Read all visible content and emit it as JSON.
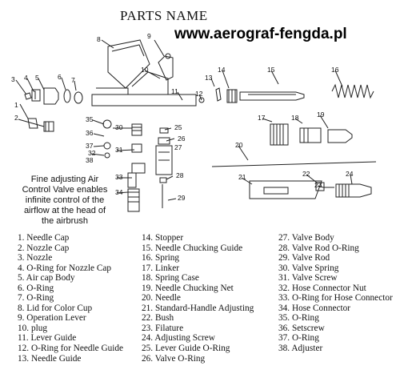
{
  "header": {
    "title": "PARTS NAME",
    "website": "www.aerograf-fengda.pl"
  },
  "note": [
    "Fine adjusting Air",
    "Control Valve enables",
    "infinite control of the",
    "airflow at the head of",
    "the airbrush"
  ],
  "callouts": [
    "1",
    "2",
    "3",
    "4",
    "5",
    "6",
    "7",
    "8",
    "9",
    "10",
    "11",
    "12",
    "13",
    "14",
    "15",
    "16",
    "17",
    "18",
    "19",
    "20",
    "21",
    "22",
    "23",
    "24",
    "25",
    "26",
    "27",
    "28",
    "29",
    "30",
    "31",
    "32",
    "33",
    "34",
    "35",
    "36",
    "37",
    "38"
  ],
  "parts_columns": [
    [
      "1. Needle Cap",
      "2. Nozzle Cap",
      "3. Nozzle",
      "4. O-Ring for Nozzle Cap",
      "5. Air cap Body",
      "6. O-Ring",
      "7. O-Ring",
      "8. Lid for Color Cup",
      "9. Operation Lever",
      "10. plug",
      "11. Lever Guide",
      "12. O-Ring for Needle Guide",
      "13. Needle Guide"
    ],
    [
      "14. Stopper",
      "15. Needle Chucking Guide",
      "16. Spring",
      "17. Linker",
      "18. Spring Case",
      "19. Needle Chucking Net",
      "20. Needle",
      "21. Standard-Handle Adjusting",
      "22. Bush",
      "23. Filature",
      "24. Adjusting Screw",
      "25. Lever Guide O-Ring",
      "26. Valve O-Ring"
    ],
    [
      "27. Valve Body",
      "28. Valve Rod O-Ring",
      "29. Valve Rod",
      "30. Valve Spring",
      "31. Valve Screw",
      "32. Hose Connector Nut",
      "33. O-Ring for Hose Connector",
      "34. Hose Connector",
      "35. O-Ring",
      "36. Setscrew",
      "37. O-Ring",
      "38. Adjuster"
    ]
  ]
}
